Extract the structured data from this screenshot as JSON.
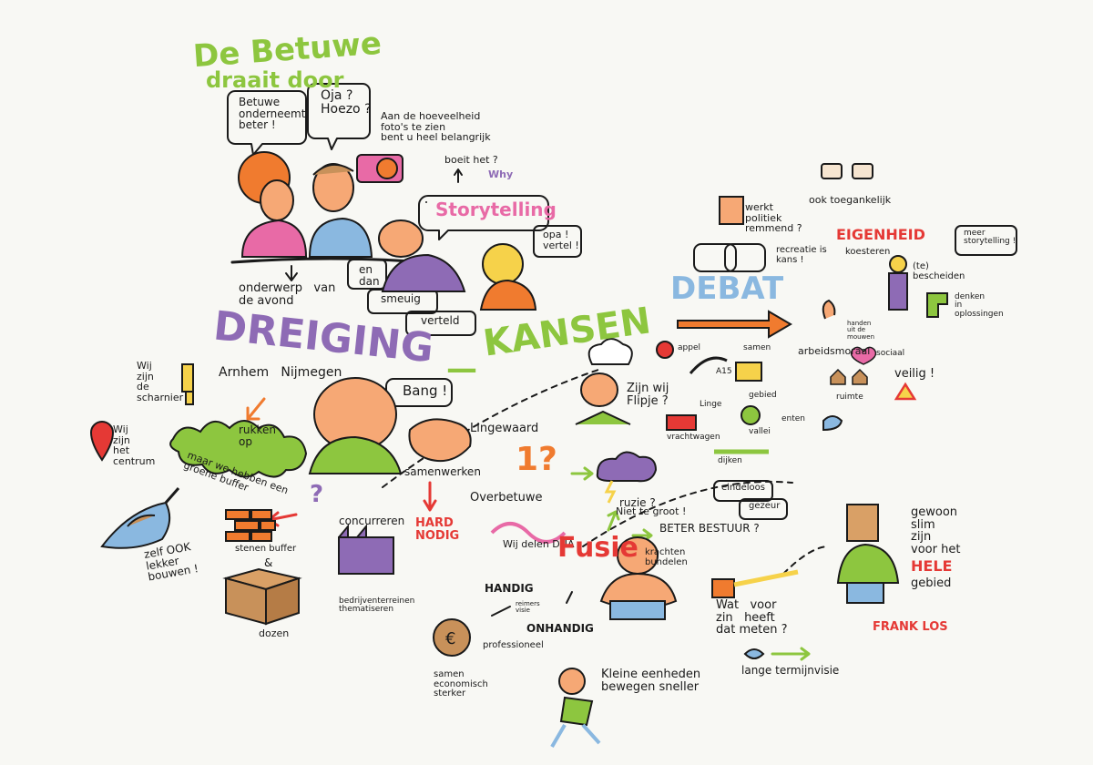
{
  "title": {
    "line1": "De Betuwe",
    "line2": "draait door"
  },
  "bubbles": {
    "betuwe": "Betuwe\nonderneemt\nbeter !",
    "oja": "Oja ?\nHoezo ?",
    "storytelling": "Storytelling",
    "opa": "opa !\nvertel !",
    "en": "en\ndan",
    "smeuig": "smeuig",
    "verteld": "verteld",
    "bang": "Bang !",
    "meer_story": "meer\nstorytelling !"
  },
  "labels": {
    "foto": "Aan de hoeveelheid\nfoto's te zien\nbent u heel belangrijk",
    "boeit": "boeit het ?",
    "why": "Why",
    "onderwerp": "onderwerp   van\nde avond",
    "dreiging": "DREIGING",
    "kansen": "KANSEN",
    "arnhem": "Arnhem   Nijmegen",
    "wij_scharnier": "Wij\nzijn\nde\nscharnier",
    "rukken": "rukken\nop",
    "wij_centrum": "Wij\nzijn\nhet\ncentrum",
    "groene_buffer": "maar we hebben een\ngroene buffer",
    "zelf_bouwen": "zelf OOK\nlekker\nbouwen !",
    "stenen_buffer": "stenen buffer",
    "ampersand": "&",
    "dozen": "dozen",
    "concurreren": "concurreren",
    "bedrijven": "bedrijventerreinen\nthematiseren",
    "samenwerken": "samenwerken",
    "hard_nodig": "HARD\nNODIG",
    "lingewaard": "Lingewaard",
    "overbetuwe": "Overbetuwe",
    "een_vraag": "1?",
    "ruzie": "ruzie ?",
    "wij_dna": "Wij delen DNA",
    "flipje": "Zijn wij\nFlipje ?",
    "fusie": "Fusie",
    "niet_groot": "Niet te groot !",
    "beter_bestuur": "BETER BESTUUR ?",
    "krachten": "krachten\nbundelen",
    "eindeloos": "eindeloos",
    "gezeur": "gezeur",
    "handig": "HANDIG",
    "onhandig": "ONHANDIG",
    "reimers": "reimers\nvisie",
    "professioneel": "professioneel",
    "samen_sterker": "samen\neconomisch\nsterker",
    "kleine": "Kleine eenheden\nbewegen sneller",
    "wat_zin": "Wat   voor\nzin   heeft\ndat meten ?",
    "lange": "lange termijnvisie",
    "gewoon": "gewoon\nslim\nzijn\nvoor het",
    "hele": "HELE",
    "gebied": "gebied",
    "frank_los": "FRANK LOS",
    "debat": "DEBAT",
    "ook_toeg": "ook toegankelijk",
    "werkt_politiek": "werkt\npolitiek\nremmend ?",
    "recreatie": "recreatie is\nkans !",
    "eigenheid": "EIGENHEID",
    "koesteren": "koesteren",
    "te_bescheiden": "(te)\nbescheiden",
    "denken": "denken\nin\noplossingen",
    "handen": "handen\nuit de\nmouwen",
    "arbeidsmoraal": "arbeidsmoraal",
    "sociaal": "sociaal",
    "veilig": "veilig !",
    "appel": "appel",
    "a15": "A15",
    "samen": "samen",
    "gebied2": "gebied",
    "ruimte": "ruimte",
    "linge": "Linge",
    "vallei": "vallei",
    "enten": "enten",
    "vrachtwagen": "vrachtwagen",
    "dijken": "dijken"
  },
  "colors": {
    "green": "#8dc63f",
    "purple": "#8e6bb5",
    "orange": "#f07b2f",
    "blue": "#8ab8e0",
    "red": "#e53935",
    "skin": "#f6a875",
    "brown": "#c8915a",
    "yellow": "#f6d24a",
    "pink": "#e86aa6"
  }
}
